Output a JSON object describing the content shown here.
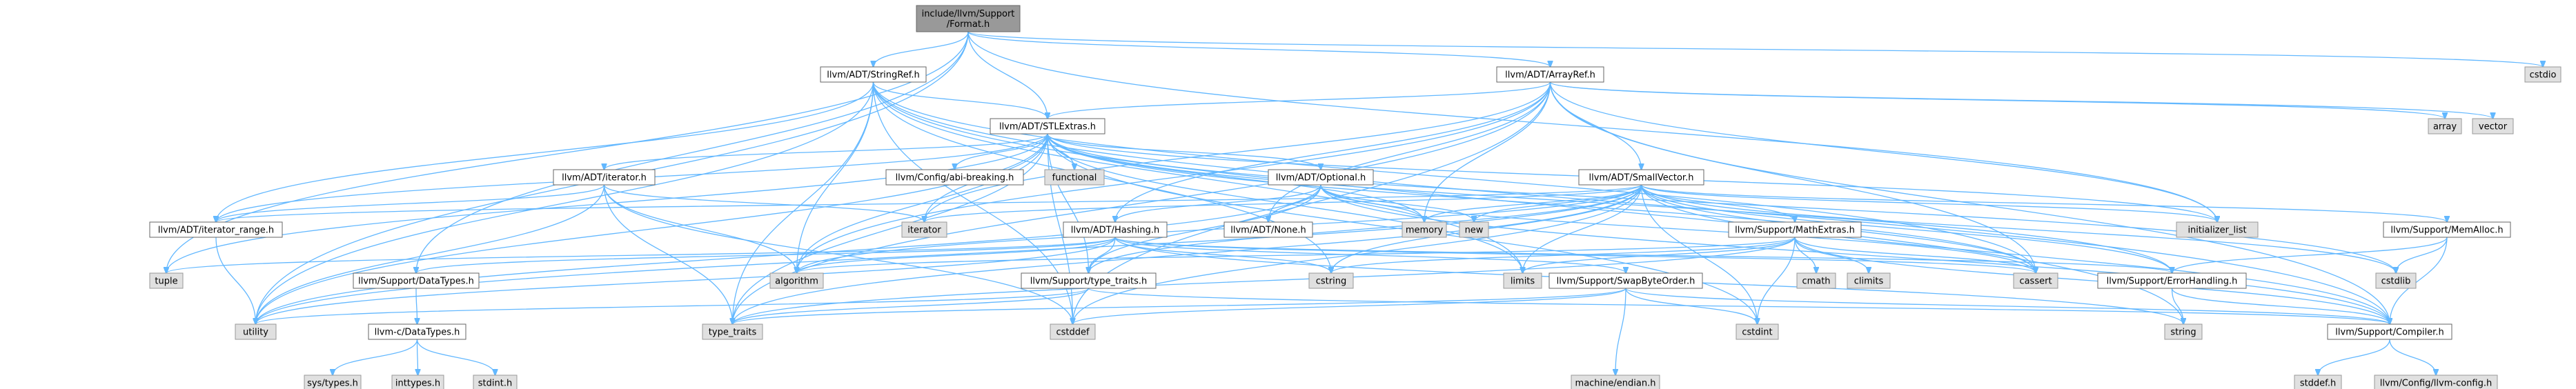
{
  "graph": {
    "root": "Format_h",
    "colors": {
      "edge": "#63b8ff",
      "root_fill": "#999999",
      "external_fill": "#e0e0e0",
      "document_fill": "#ffffff",
      "border": "#666666"
    },
    "nodes": {
      "Format_h": {
        "label": [
          "include/llvm/Support",
          "/Format.h"
        ],
        "kind": "root"
      },
      "StringRef_h": {
        "label": [
          "llvm/ADT/StringRef.h"
        ],
        "kind": "document"
      },
      "ArrayRef_h": {
        "label": [
          "llvm/ADT/ArrayRef.h"
        ],
        "kind": "document"
      },
      "STLExtras_h": {
        "label": [
          "llvm/ADT/STLExtras.h"
        ],
        "kind": "document"
      },
      "cstdio": {
        "label": [
          "cstdio"
        ],
        "kind": "external"
      },
      "array": {
        "label": [
          "array"
        ],
        "kind": "external"
      },
      "vector": {
        "label": [
          "vector"
        ],
        "kind": "external"
      },
      "iterator_h": {
        "label": [
          "llvm/ADT/iterator.h"
        ],
        "kind": "document"
      },
      "iterator_range_h": {
        "label": [
          "llvm/ADT/iterator_range.h"
        ],
        "kind": "document"
      },
      "abi_breaking_h": {
        "label": [
          "llvm/Config/abi-breaking.h"
        ],
        "kind": "document"
      },
      "functional": {
        "label": [
          "functional"
        ],
        "kind": "external"
      },
      "Optional_h": {
        "label": [
          "llvm/ADT/Optional.h"
        ],
        "kind": "document"
      },
      "SmallVector_h": {
        "label": [
          "llvm/ADT/SmallVector.h"
        ],
        "kind": "document"
      },
      "Hashing_h": {
        "label": [
          "llvm/ADT/Hashing.h"
        ],
        "kind": "document"
      },
      "None_h": {
        "label": [
          "llvm/ADT/None.h"
        ],
        "kind": "document"
      },
      "iterator": {
        "label": [
          "iterator"
        ],
        "kind": "external"
      },
      "memory": {
        "label": [
          "memory"
        ],
        "kind": "external"
      },
      "new": {
        "label": [
          "new"
        ],
        "kind": "external"
      },
      "initializer_list": {
        "label": [
          "initializer_list"
        ],
        "kind": "external"
      },
      "MemAlloc_h": {
        "label": [
          "llvm/Support/MemAlloc.h"
        ],
        "kind": "document"
      },
      "MathExtras_h": {
        "label": [
          "llvm/Support/MathExtras.h"
        ],
        "kind": "document"
      },
      "DataTypes_h": {
        "label": [
          "llvm/Support/DataTypes.h"
        ],
        "kind": "document"
      },
      "type_traits_h": {
        "label": [
          "llvm/Support/type_traits.h"
        ],
        "kind": "document"
      },
      "SwapByteOrder_h": {
        "label": [
          "llvm/Support/SwapByteOrder.h"
        ],
        "kind": "document"
      },
      "ErrorHandling_h": {
        "label": [
          "llvm/Support/ErrorHandling.h"
        ],
        "kind": "document"
      },
      "Compiler_h": {
        "label": [
          "llvm/Support/Compiler.h"
        ],
        "kind": "document"
      },
      "c_DataTypes_h": {
        "label": [
          "llvm-c/DataTypes.h"
        ],
        "kind": "document"
      },
      "tuple": {
        "label": [
          "tuple"
        ],
        "kind": "external"
      },
      "utility": {
        "label": [
          "utility"
        ],
        "kind": "external"
      },
      "algorithm": {
        "label": [
          "algorithm"
        ],
        "kind": "external"
      },
      "type_traits": {
        "label": [
          "type_traits"
        ],
        "kind": "external"
      },
      "cstring": {
        "label": [
          "cstring"
        ],
        "kind": "external"
      },
      "limits": {
        "label": [
          "limits"
        ],
        "kind": "external"
      },
      "cmath": {
        "label": [
          "cmath"
        ],
        "kind": "external"
      },
      "climits": {
        "label": [
          "climits"
        ],
        "kind": "external"
      },
      "cassert": {
        "label": [
          "cassert"
        ],
        "kind": "external"
      },
      "cstdlib": {
        "label": [
          "cstdlib"
        ],
        "kind": "external"
      },
      "cstddef": {
        "label": [
          "cstddef"
        ],
        "kind": "external"
      },
      "cstdint": {
        "label": [
          "cstdint"
        ],
        "kind": "external"
      },
      "string": {
        "label": [
          "string"
        ],
        "kind": "external"
      },
      "machine_endian_h": {
        "label": [
          "machine/endian.h"
        ],
        "kind": "external"
      },
      "sys_types_h": {
        "label": [
          "sys/types.h"
        ],
        "kind": "external"
      },
      "inttypes_h": {
        "label": [
          "inttypes.h"
        ],
        "kind": "external"
      },
      "stdint_h": {
        "label": [
          "stdint.h"
        ],
        "kind": "external"
      },
      "stddef_h": {
        "label": [
          "stddef.h"
        ],
        "kind": "external"
      },
      "llvm_config_h": {
        "label": [
          "llvm/Config/llvm-config.h"
        ],
        "kind": "external"
      }
    },
    "edges": [
      [
        "Format_h",
        "StringRef_h"
      ],
      [
        "Format_h",
        "ArrayRef_h"
      ],
      [
        "Format_h",
        "STLExtras_h"
      ],
      [
        "Format_h",
        "cstdio"
      ],
      [
        "Format_h",
        "tuple"
      ],
      [
        "Format_h",
        "utility"
      ],
      [
        "Format_h",
        "DataTypes_h"
      ],
      [
        "Format_h",
        "initializer_list"
      ],
      [
        "StringRef_h",
        "STLExtras_h"
      ],
      [
        "StringRef_h",
        "iterator_range_h"
      ],
      [
        "StringRef_h",
        "Compiler_h"
      ],
      [
        "StringRef_h",
        "algorithm"
      ],
      [
        "StringRef_h",
        "cassert"
      ],
      [
        "StringRef_h",
        "cstddef"
      ],
      [
        "StringRef_h",
        "cstring"
      ],
      [
        "StringRef_h",
        "limits"
      ],
      [
        "StringRef_h",
        "string"
      ],
      [
        "StringRef_h",
        "type_traits"
      ],
      [
        "StringRef_h",
        "utility"
      ],
      [
        "ArrayRef_h",
        "Hashing_h"
      ],
      [
        "ArrayRef_h",
        "None_h"
      ],
      [
        "ArrayRef_h",
        "SmallVector_h"
      ],
      [
        "ArrayRef_h",
        "STLExtras_h"
      ],
      [
        "ArrayRef_h",
        "Compiler_h"
      ],
      [
        "ArrayRef_h",
        "algorithm"
      ],
      [
        "ArrayRef_h",
        "array"
      ],
      [
        "ArrayRef_h",
        "cassert"
      ],
      [
        "ArrayRef_h",
        "cstddef"
      ],
      [
        "ArrayRef_h",
        "initializer_list"
      ],
      [
        "ArrayRef_h",
        "iterator"
      ],
      [
        "ArrayRef_h",
        "memory"
      ],
      [
        "ArrayRef_h",
        "type_traits"
      ],
      [
        "ArrayRef_h",
        "vector"
      ],
      [
        "STLExtras_h",
        "abi_breaking_h"
      ],
      [
        "STLExtras_h",
        "Optional_h"
      ],
      [
        "STLExtras_h",
        "iterator_h"
      ],
      [
        "STLExtras_h",
        "iterator_range_h"
      ],
      [
        "STLExtras_h",
        "ErrorHandling_h"
      ],
      [
        "STLExtras_h",
        "functional"
      ],
      [
        "STLExtras_h",
        "algorithm"
      ],
      [
        "STLExtras_h",
        "cassert"
      ],
      [
        "STLExtras_h",
        "cstddef"
      ],
      [
        "STLExtras_h",
        "cstdint"
      ],
      [
        "STLExtras_h",
        "cstdlib"
      ],
      [
        "STLExtras_h",
        "initializer_list"
      ],
      [
        "STLExtras_h",
        "iterator"
      ],
      [
        "STLExtras_h",
        "limits"
      ],
      [
        "STLExtras_h",
        "memory"
      ],
      [
        "STLExtras_h",
        "tuple"
      ],
      [
        "STLExtras_h",
        "type_traits"
      ],
      [
        "STLExtras_h",
        "utility"
      ],
      [
        "STLExtras_h",
        "type_traits_h"
      ],
      [
        "iterator_h",
        "iterator_range_h"
      ],
      [
        "iterator_h",
        "algorithm"
      ],
      [
        "iterator_h",
        "cstddef"
      ],
      [
        "iterator_h",
        "iterator"
      ],
      [
        "iterator_h",
        "type_traits"
      ],
      [
        "iterator_h",
        "utility"
      ],
      [
        "iterator_range_h",
        "utility"
      ],
      [
        "Optional_h",
        "Hashing_h"
      ],
      [
        "Optional_h",
        "None_h"
      ],
      [
        "Optional_h",
        "type_traits_h"
      ],
      [
        "Optional_h",
        "Compiler_h"
      ],
      [
        "Optional_h",
        "cassert"
      ],
      [
        "Optional_h",
        "memory"
      ],
      [
        "Optional_h",
        "new"
      ],
      [
        "Optional_h",
        "utility"
      ],
      [
        "SmallVector_h",
        "iterator_range_h"
      ],
      [
        "SmallVector_h",
        "MathExtras_h"
      ],
      [
        "SmallVector_h",
        "MemAlloc_h"
      ],
      [
        "SmallVector_h",
        "type_traits_h"
      ],
      [
        "SmallVector_h",
        "ErrorHandling_h"
      ],
      [
        "SmallVector_h",
        "Compiler_h"
      ],
      [
        "SmallVector_h",
        "algorithm"
      ],
      [
        "SmallVector_h",
        "cassert"
      ],
      [
        "SmallVector_h",
        "cstddef"
      ],
      [
        "SmallVector_h",
        "cstdlib"
      ],
      [
        "SmallVector_h",
        "cstring"
      ],
      [
        "SmallVector_h",
        "initializer_list"
      ],
      [
        "SmallVector_h",
        "iterator"
      ],
      [
        "SmallVector_h",
        "limits"
      ],
      [
        "SmallVector_h",
        "memory"
      ],
      [
        "SmallVector_h",
        "new"
      ],
      [
        "SmallVector_h",
        "type_traits"
      ],
      [
        "SmallVector_h",
        "utility"
      ],
      [
        "SmallVector_h",
        "cstdint"
      ],
      [
        "Hashing_h",
        "DataTypes_h"
      ],
      [
        "Hashing_h",
        "ErrorHandling_h"
      ],
      [
        "Hashing_h",
        "SwapByteOrder_h"
      ],
      [
        "Hashing_h",
        "type_traits_h"
      ],
      [
        "Hashing_h",
        "algorithm"
      ],
      [
        "Hashing_h",
        "cassert"
      ],
      [
        "Hashing_h",
        "cstring"
      ],
      [
        "Hashing_h",
        "string"
      ],
      [
        "Hashing_h",
        "tuple"
      ],
      [
        "Hashing_h",
        "utility"
      ],
      [
        "MemAlloc_h",
        "Compiler_h"
      ],
      [
        "MemAlloc_h",
        "ErrorHandling_h"
      ],
      [
        "MemAlloc_h",
        "cstdlib"
      ],
      [
        "MathExtras_h",
        "Compiler_h"
      ],
      [
        "MathExtras_h",
        "algorithm"
      ],
      [
        "MathExtras_h",
        "cassert"
      ],
      [
        "MathExtras_h",
        "climits"
      ],
      [
        "MathExtras_h",
        "cmath"
      ],
      [
        "MathExtras_h",
        "cstdint"
      ],
      [
        "MathExtras_h",
        "cstring"
      ],
      [
        "MathExtras_h",
        "limits"
      ],
      [
        "MathExtras_h",
        "type_traits"
      ],
      [
        "DataTypes_h",
        "c_DataTypes_h"
      ],
      [
        "c_DataTypes_h",
        "sys_types_h"
      ],
      [
        "c_DataTypes_h",
        "inttypes_h"
      ],
      [
        "c_DataTypes_h",
        "stdint_h"
      ],
      [
        "type_traits_h",
        "Compiler_h"
      ],
      [
        "type_traits_h",
        "type_traits"
      ],
      [
        "type_traits_h",
        "utility"
      ],
      [
        "SwapByteOrder_h",
        "Compiler_h"
      ],
      [
        "SwapByteOrder_h",
        "cstddef"
      ],
      [
        "SwapByteOrder_h",
        "cstdint"
      ],
      [
        "SwapByteOrder_h",
        "type_traits"
      ],
      [
        "SwapByteOrder_h",
        "machine_endian_h"
      ],
      [
        "ErrorHandling_h",
        "Compiler_h"
      ],
      [
        "ErrorHandling_h",
        "string"
      ],
      [
        "Compiler_h",
        "llvm_config_h"
      ],
      [
        "Compiler_h",
        "stddef_h"
      ]
    ]
  }
}
